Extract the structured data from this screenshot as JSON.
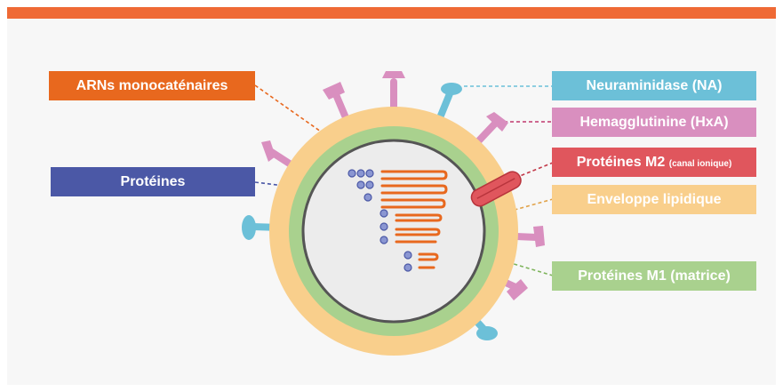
{
  "labels": {
    "arn": "ARNs monocaténaires",
    "proteines": "Protéines",
    "neuraminidase": "Neuraminidase (NA)",
    "hemagglutinine": "Hemagglutinine (HxA)",
    "m2_main": "Protéines M2",
    "m2_small": "(canal ionique)",
    "enveloppe": "Enveloppe lipidique",
    "m1": "Protéines M1 (matrice)"
  },
  "colors": {
    "header_bar": "#ef6a35",
    "arn": "#e8681e",
    "proteines": "#4b58a6",
    "neuraminidase": "#6cc0d8",
    "hemagglutinine": "#d98fbf",
    "m2": "#e0565d",
    "enveloppe": "#f9cf8c",
    "m1": "#a9d18e",
    "core": "#ececec",
    "protein_dot": "#8a96d2"
  }
}
